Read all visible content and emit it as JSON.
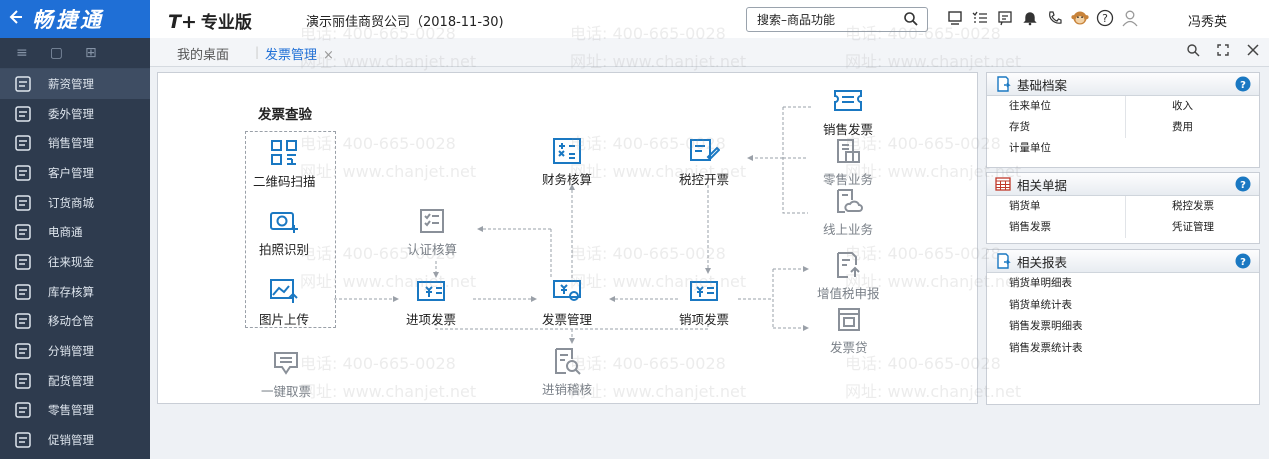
{
  "brand": {
    "back_icon": "arrow-left-icon",
    "name": "畅捷通"
  },
  "header": {
    "product_prefix": "T+",
    "product_name": "专业版",
    "company": "演示丽佳商贸公司（2018-11-30)",
    "search_value": "搜索–商品功能",
    "user": "冯秀英"
  },
  "sidebar": {
    "items": [
      {
        "label": "薪资管理",
        "icon": "salary-icon"
      },
      {
        "label": "委外管理",
        "icon": "outsource-icon"
      },
      {
        "label": "销售管理",
        "icon": "sales-icon"
      },
      {
        "label": "客户管理",
        "icon": "customer-icon"
      },
      {
        "label": "订货商城",
        "icon": "store-icon"
      },
      {
        "label": "电商通",
        "icon": "ecommerce-icon"
      },
      {
        "label": "往来现金",
        "icon": "cash-flow-icon"
      },
      {
        "label": "库存核算",
        "icon": "inventory-icon"
      },
      {
        "label": "移动仓管",
        "icon": "mobile-warehouse-icon"
      },
      {
        "label": "分销管理",
        "icon": "distribution-icon"
      },
      {
        "label": "配货管理",
        "icon": "allocation-icon"
      },
      {
        "label": "零售管理",
        "icon": "retail-icon"
      },
      {
        "label": "促销管理",
        "icon": "promotion-icon"
      }
    ]
  },
  "tabs": {
    "home": "我的桌面",
    "current": "发票管理",
    "close": "×"
  },
  "flow": {
    "verify_title": "发票查验",
    "qr_scan": "二维码扫描",
    "photo_ocr": "拍照识别",
    "image_upload": "图片上传",
    "one_click": "一键取票",
    "auth_check": "认证核算",
    "input_invoice": "进项发票",
    "finance": "财务核算",
    "invoice_mgmt": "发票管理",
    "tax_issue": "税控开票",
    "output_invoice": "销项发票",
    "sales_invoice": "销售发票",
    "retail_biz": "零售业务",
    "online_biz": "线上业务",
    "vat_filing": "增值税申报",
    "invoice_loan": "发票贷",
    "audit": "进销稽核"
  },
  "panels": {
    "basic": {
      "title": "基础档案",
      "items": [
        "往来单位",
        "收入",
        "存货",
        "费用",
        "计量单位"
      ]
    },
    "docs": {
      "title": "相关单据",
      "items": [
        "销货单",
        "税控发票",
        "销售发票",
        "凭证管理"
      ]
    },
    "reports": {
      "title": "相关报表",
      "items": [
        "销货单明细表",
        "销货单统计表",
        "销售发票明细表",
        "销售发票统计表"
      ]
    }
  },
  "watermark": {
    "phone": "电话: 400-665-0028",
    "site": "网址: www.chanjet.net"
  },
  "colors": {
    "brand": "#1f6fd6",
    "sidebar": "#2e3b4e",
    "icon_blue": "#1a78c2",
    "icon_gray": "#8a9099"
  }
}
